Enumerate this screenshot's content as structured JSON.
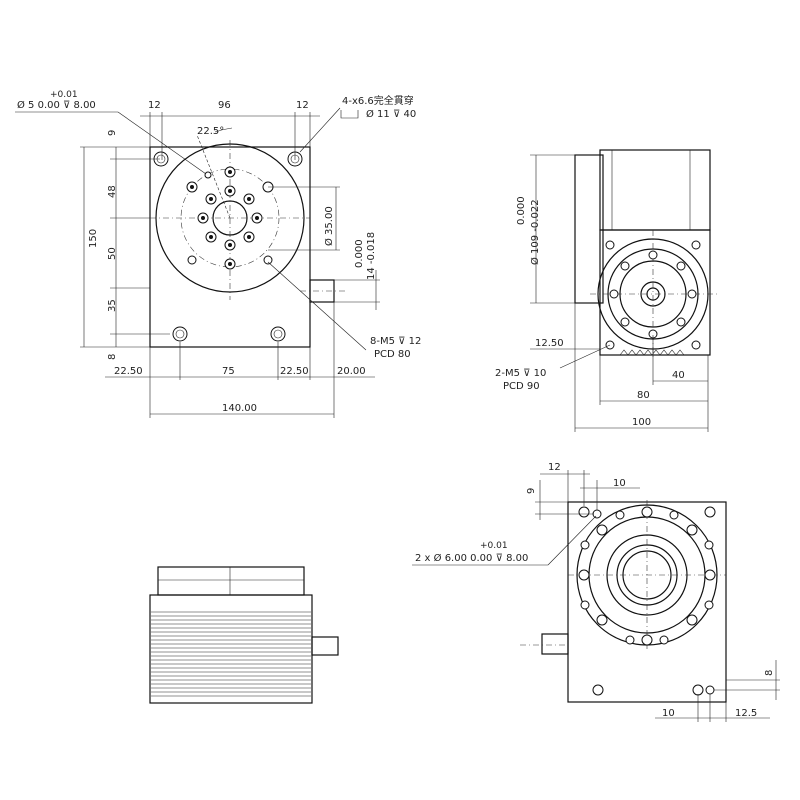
{
  "top_view": {
    "dim_12_left": "12",
    "dim_96": "96",
    "dim_12_right": "12",
    "dim_22_5": "22.5°",
    "pin_tol_plus": "+0.01",
    "pin_spec": "Ø 5  0.00 ⊽ 8.00",
    "through_hole_title": "4-x6.6完全貫穿",
    "through_hole_cbore": "Ø 11 ⊽ 40",
    "dim_9": "9",
    "dim_48": "48",
    "dim_50": "50",
    "dim_35": "35",
    "dim_8": "8",
    "dim_150": "150",
    "dim_35_00": "Ø 35.00",
    "shaft_tol_upper": "0.000",
    "shaft_tol_lower": "14 -0.018",
    "tap_spec": "8-M5 ⊽ 12",
    "tap_pcd": "PCD 80",
    "dim_22_50_left": "22.50",
    "dim_75": "75",
    "dim_22_50_right": "22.50",
    "dim_20_00": "20.00",
    "dim_140_00": "140.00"
  },
  "side_view": {
    "dia_tol_upper": "0.000",
    "dia_tol_lower": "Ø 109 -0.022",
    "dim_12_50": "12.50",
    "tap_spec": "2-M5 ⊽ 10",
    "tap_pcd": "PCD 90",
    "dim_40": "40",
    "dim_80": "80",
    "dim_100": "100"
  },
  "bottom_view": {
    "dim_12": "12",
    "dim_10_top": "10",
    "dim_9": "9",
    "pin_tol_plus": "+0.01",
    "pin_spec": "2 x Ø 6.00  0.00 ⊽ 8.00",
    "dim_8": "8",
    "dim_10_bottom": "10",
    "dim_12_5": "12.5"
  }
}
